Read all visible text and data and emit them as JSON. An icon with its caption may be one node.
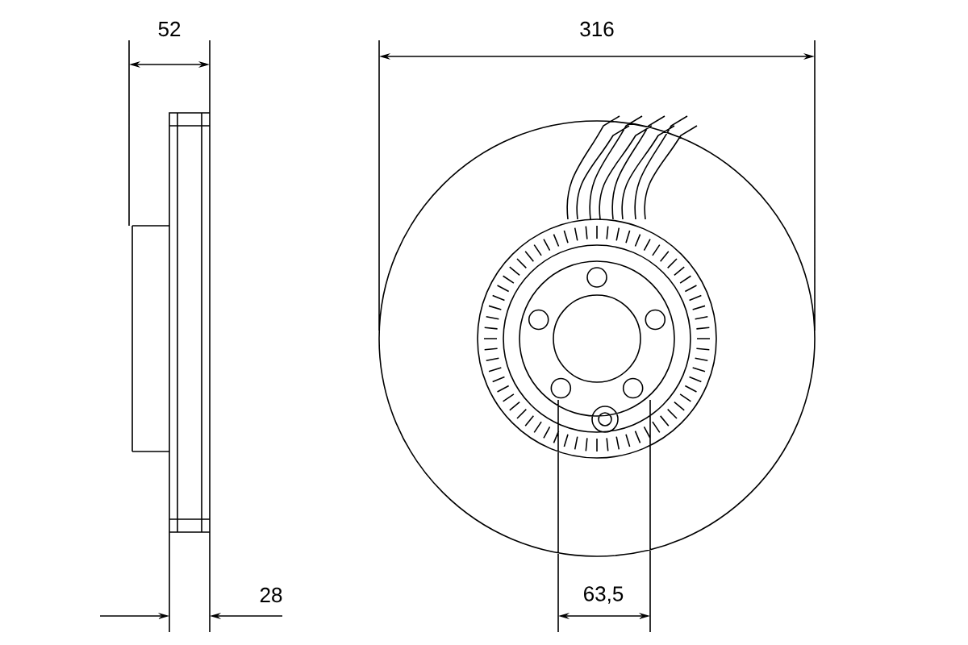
{
  "diagram": {
    "labels": [
      "52",
      "316",
      "28",
      "63,5"
    ]
  }
}
